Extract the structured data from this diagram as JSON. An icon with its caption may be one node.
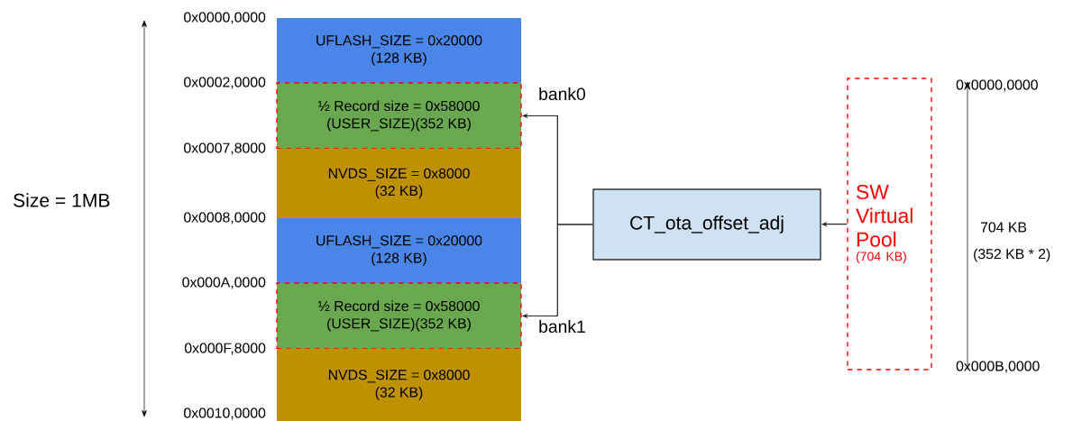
{
  "diagram": {
    "nodes": [
      {
        "text": [
          "UFLASH_SIZE = 0x20000",
          "(128 KB)"
        ]
      },
      {
        "text": [
          "½ Record size = 0x58000",
          "(USER_SIZE)(352 KB)"
        ]
      },
      {
        "text": [
          "NVDS_SIZE = 0x8000",
          "(32 KB)"
        ]
      },
      {
        "text": [
          "UFLASH_SIZE = 0x20000",
          "(128 KB)"
        ]
      },
      {
        "text": [
          "½ Record size = 0x58000",
          "(USER_SIZE)(352 KB)"
        ]
      },
      {
        "text": [
          "NVDS_SIZE = 0x8000",
          "(32 KB)"
        ]
      },
      {
        "text": [
          "CT_ota_offset_adj"
        ]
      },
      {
        "text": [
          "SW Virtual Pool",
          "(704 KB)"
        ]
      }
    ],
    "edges": [
      {
        "from": 7,
        "to": 6,
        "arrow": "to"
      },
      {
        "from": 6,
        "to": 1,
        "arrow": "to",
        "label": "bank0"
      },
      {
        "from": 6,
        "to": 4,
        "arrow": "to",
        "label": "bank1"
      }
    ],
    "labels": [
      "0x0000,0000",
      "0x0002,0000",
      "0x0007,8000",
      "0x0008,0000",
      "0x000A,0000",
      "0x000F,8000",
      "0x0010,0000",
      "Size = 1MB",
      "0x0000,0000",
      "704 KB",
      "(352 KB * 2)",
      "0x000B,0000"
    ]
  }
}
